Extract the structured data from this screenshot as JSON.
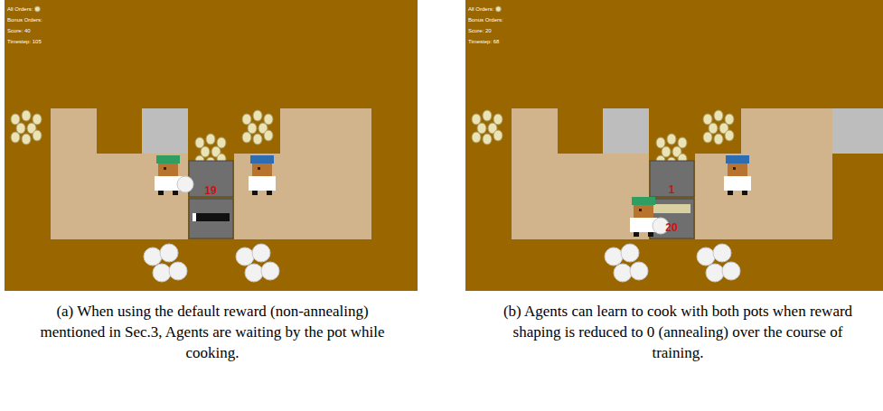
{
  "diagram": {
    "labels": [
      "All Orders:",
      "Bonus Orders:",
      "Score: 40",
      "Timestep: 105",
      "19",
      "All Orders:",
      "Bonus Orders:",
      "Score: 20",
      "Timestep: 68",
      "1",
      "20",
      "(a) When using the default reward (non-annealing) mentioned in Sec.3, Agents are waiting by the pot while cooking.",
      "(b) Agents can learn to cook with both pots when reward shaping is reduced to 0 (annealing) over the course of training."
    ]
  }
}
